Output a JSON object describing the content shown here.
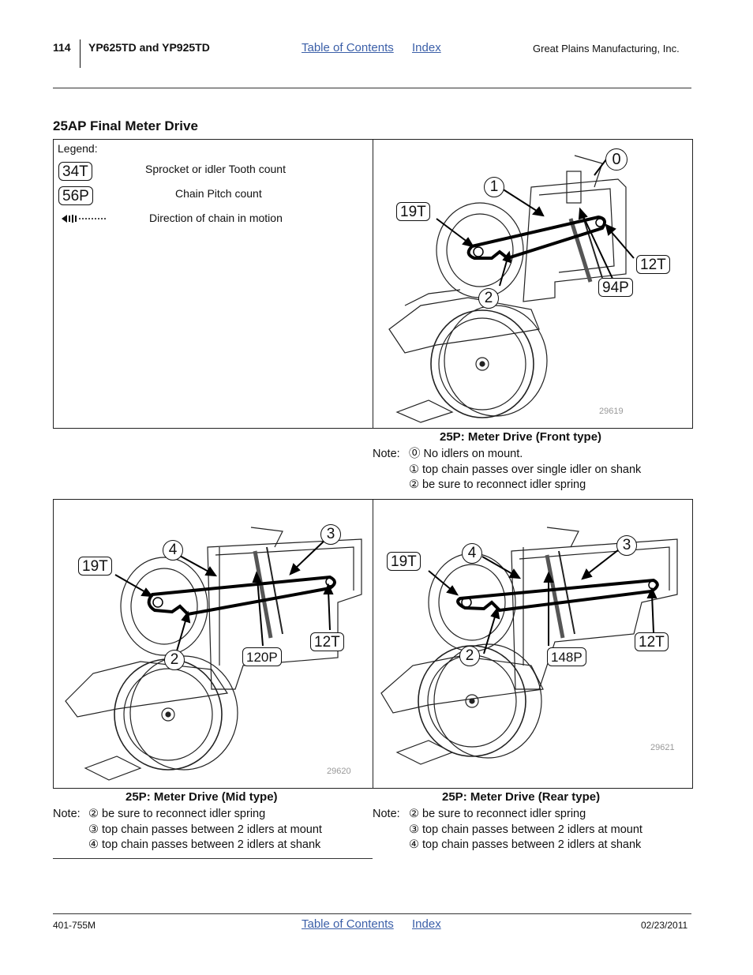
{
  "header": {
    "page_number": "114",
    "model": "YP625TD and YP925TD",
    "toc_link": "Table of Contents",
    "index_link": "Index",
    "company": "Great Plains Manufacturing, Inc."
  },
  "section_title": "25AP Final Meter Drive",
  "legend": {
    "title": "Legend:",
    "items": [
      {
        "symbol": "34T",
        "text": "Sprocket or idler Tooth count"
      },
      {
        "symbol": "56P",
        "text": "Chain Pitch count"
      },
      {
        "symbol": "chain-direction",
        "text": "Direction of chain in motion"
      }
    ]
  },
  "figures": {
    "front": {
      "fig_number": "29619",
      "callouts": [
        "0",
        "1",
        "2"
      ],
      "tags": [
        "19T",
        "12T",
        "94P"
      ],
      "caption": "25P: Meter Drive (Front type)",
      "note_label": "Note:",
      "notes": [
        "⓪ No idlers on mount.",
        "① top chain passes over single idler on shank",
        "② be sure to reconnect idler spring"
      ]
    },
    "mid": {
      "fig_number": "29620",
      "callouts": [
        "4",
        "3",
        "2"
      ],
      "tags": [
        "19T",
        "12T",
        "120P"
      ],
      "caption": "25P: Meter Drive (Mid type)",
      "note_label": "Note:",
      "notes": [
        "② be sure to reconnect idler spring",
        "③ top chain passes between 2 idlers at mount",
        "④ top chain passes between 2 idlers at shank"
      ]
    },
    "rear": {
      "fig_number": "29621",
      "callouts": [
        "4",
        "3",
        "2"
      ],
      "tags": [
        "19T",
        "12T",
        "148P"
      ],
      "caption": "25P: Meter Drive (Rear type)",
      "note_label": "Note:",
      "notes": [
        "② be sure to reconnect idler spring",
        "③ top chain passes between 2 idlers at mount",
        "④ top chain passes between 2 idlers at shank"
      ]
    }
  },
  "footer": {
    "doc_number": "401-755M",
    "toc_link": "Table of Contents",
    "index_link": "Index",
    "date": "02/23/2011"
  }
}
